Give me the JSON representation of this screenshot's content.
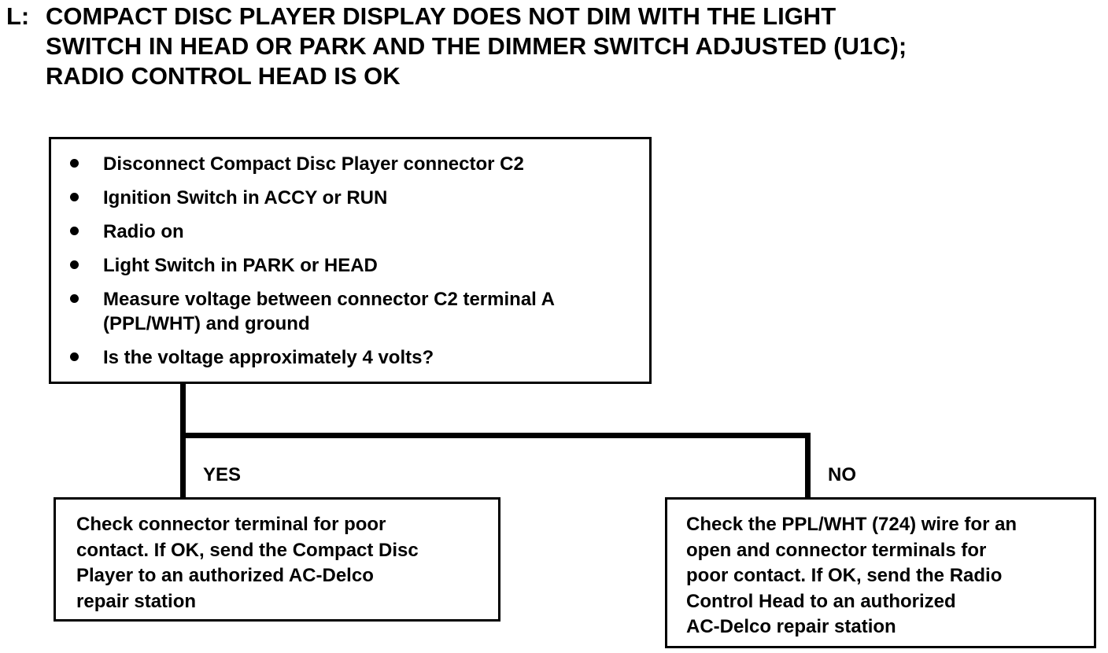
{
  "title": {
    "letter": "L:",
    "lines": [
      "COMPACT DISC PLAYER DISPLAY DOES NOT DIM WITH THE LIGHT",
      "SWITCH IN HEAD OR PARK AND THE DIMMER SWITCH ADJUSTED (U1C);",
      "RADIO CONTROL HEAD IS OK"
    ]
  },
  "main_box": {
    "steps": [
      "Disconnect Compact Disc Player connector C2",
      "Ignition Switch in ACCY or RUN",
      "Radio on",
      "Light Switch in PARK or HEAD",
      "Measure voltage between connector C2 terminal A\n(PPL/WHT) and ground",
      "Is the voltage approximately 4 volts?"
    ]
  },
  "branches": {
    "yes": {
      "label": "YES",
      "text": "Check connector terminal for poor\ncontact. If OK, send the Compact Disc\nPlayer to an authorized AC-Delco\nrepair station"
    },
    "no": {
      "label": "NO",
      "text": "Check the PPL/WHT (724) wire for an\nopen and connector terminals for\npoor contact. If OK, send the Radio\nControl Head to an authorized\nAC-Delco repair station"
    }
  }
}
